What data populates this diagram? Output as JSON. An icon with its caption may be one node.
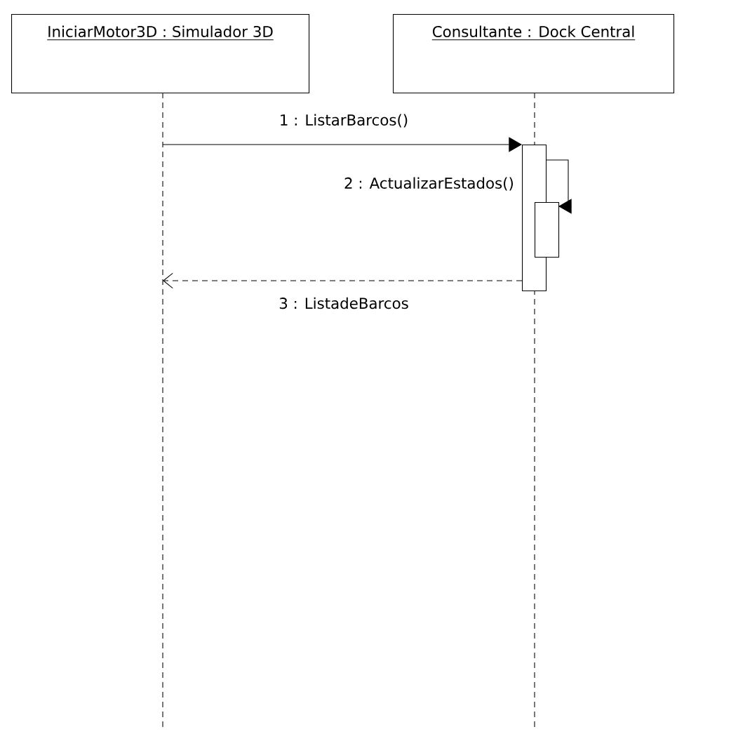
{
  "diagram": {
    "nodes": [
      {
        "text": [
          "IniciarMotor3D : Simulador 3D"
        ]
      },
      {
        "text": [
          "Consultante : Dock Central"
        ]
      },
      {
        "text": [],
        "shape": "bar",
        "in": 1
      },
      {
        "text": [],
        "shape": "bar",
        "in": 1
      }
    ],
    "edges": [
      {
        "from": 0,
        "to": 2,
        "arrow": "to",
        "label": "1 : ListarBarcos()"
      },
      {
        "from": 2,
        "to": 3,
        "arrow": "to",
        "label": "2 : ActualizarEstados()"
      },
      {
        "from": 2,
        "to": 0,
        "arrow": "to",
        "style": "dashed",
        "label": "3 : ListadeBarcos"
      }
    ]
  }
}
